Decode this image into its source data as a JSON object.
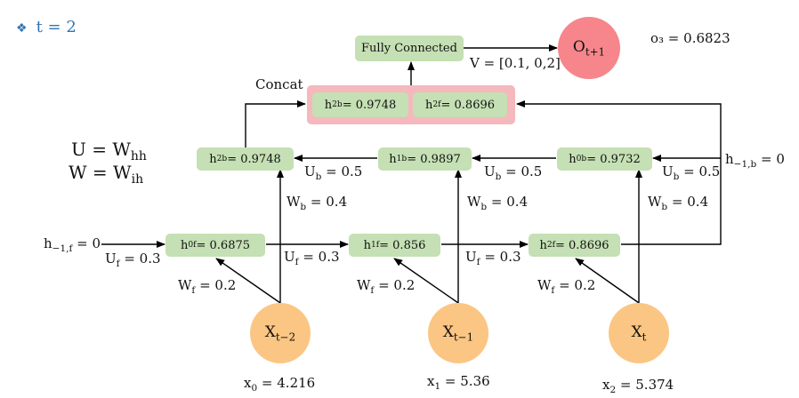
{
  "heading": {
    "bullet": "❖",
    "text": "t = 2"
  },
  "output_value": "o₃ = 0.6823",
  "fc_label": "Fully Connected",
  "v_label": "V = [0.1, 0,2]",
  "concat_label": "Concat",
  "out_node": {
    "base": "O",
    "sub": "t+1"
  },
  "concat": [
    {
      "base": "h",
      "sub": "2b",
      "value": " = 0.9748"
    },
    {
      "base": "h",
      "sub": "2f",
      "value": " = 0.8696"
    }
  ],
  "backward": [
    {
      "base": "h",
      "sub": "2b",
      "value": " = 0.9748"
    },
    {
      "base": "h",
      "sub": "1b",
      "value": " = 0.9897"
    },
    {
      "base": "h",
      "sub": "0b",
      "value": " = 0.9732"
    }
  ],
  "forward": [
    {
      "base": "h",
      "sub": "0f",
      "value": " = 0.6875"
    },
    {
      "base": "h",
      "sub": "1f",
      "value": " = 0.856"
    },
    {
      "base": "h",
      "sub": "2f",
      "value": " = 0.8696"
    }
  ],
  "inputs": [
    {
      "base": "X",
      "sub": "t−2",
      "value_label": "x",
      "value_sub": "0",
      "value": " = 4.216"
    },
    {
      "base": "X",
      "sub": "t−1",
      "value_label": "x",
      "value_sub": "1",
      "value": " = 5.36"
    },
    {
      "base": "X",
      "sub": "t",
      "value_label": "x",
      "value_sub": "2",
      "value": " = 5.374"
    }
  ],
  "definitions": {
    "u": {
      "lhs": "U = W",
      "sub": "hh"
    },
    "w": {
      "lhs": "W = W",
      "sub": "ih"
    }
  },
  "init_forward": {
    "base": "h",
    "sub": "−1,f",
    "value": " = 0"
  },
  "init_backward": {
    "base": "h",
    "sub": "−1,b",
    "value": " = 0"
  },
  "weights": {
    "ub": {
      "base": "U",
      "sub": "b",
      "value": " = 0.5"
    },
    "wb": {
      "base": "W",
      "sub": "b",
      "value": " = 0.4"
    },
    "uf": {
      "base": "U",
      "sub": "f",
      "value": " = 0.3"
    },
    "wf": {
      "base": "W",
      "sub": "f",
      "value": " = 0.2"
    }
  }
}
